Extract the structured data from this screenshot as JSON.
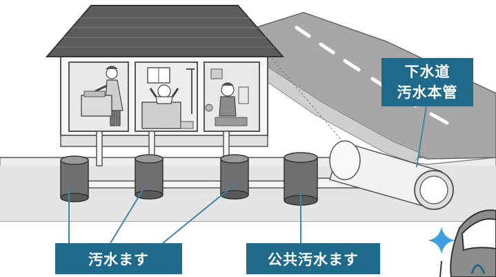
{
  "labels": {
    "main_sewer_line1": "下水道",
    "main_sewer_line2": "汚水本管",
    "house_inspection_box": "汚水ます",
    "public_inspection_box": "公共汚水ます"
  },
  "colors": {
    "label_bg": "#1f6a8a",
    "label_text": "#ffffff",
    "leader_line": "#3f86a5",
    "roof": "#5a5a5a",
    "road": "#a8a8a8",
    "ground": "#ededed",
    "manhole": "#6f6f6f",
    "pipe": "#f4f4f4",
    "sparkle": "#3fa0e0"
  },
  "icons": [
    "sparkle-icon",
    "mascot-character"
  ]
}
